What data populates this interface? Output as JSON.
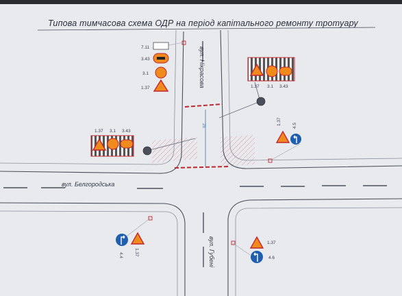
{
  "title": "Типова тимчасова схема ОДР на період капітального ремонту тротуару",
  "streets": {
    "belgorodska": "вул. Белгородська",
    "nikrasova": "вул. Нікрасова",
    "hubeni": "вул. Губені"
  },
  "dimension_label": "25",
  "sign_groups": {
    "top_center_stack": [
      "7.11",
      "3.43",
      "3.1",
      "1.37"
    ],
    "top_right_barrier": [
      "1.37",
      "3.1",
      "3.43"
    ],
    "left_barrier": [
      "1.37",
      "3.1",
      "3.43"
    ],
    "right_upper": [
      "1.37",
      "4.5"
    ],
    "bottom_left": [
      "4.4",
      "1.37"
    ],
    "bottom_right": [
      "1.37",
      "4.6"
    ]
  },
  "colors": {
    "paper": "#e9eaee",
    "road_line": "#4a4f5a",
    "barrier_red": "#c0262e",
    "sign_orange": "#f08a1c",
    "sign_blue": "#1f5fae",
    "dimension_blue": "#3a6fb0"
  }
}
